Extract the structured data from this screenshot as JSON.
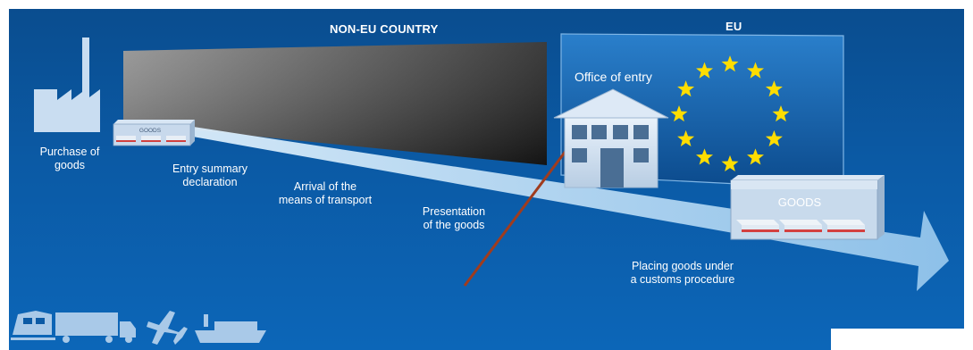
{
  "headers": {
    "non_eu": "NON-EU COUNTRY",
    "eu": "EU"
  },
  "labels": {
    "office_of_entry": "Office of entry",
    "purchase": [
      "Purchase of",
      "goods"
    ],
    "entry_summary": [
      "Entry summary",
      "declaration"
    ],
    "arrival": [
      "Arrival of the",
      "means  of transport"
    ],
    "presentation": [
      "Presentation",
      "of the goods"
    ],
    "placing": [
      "Placing goods under",
      "a customs procedure"
    ]
  },
  "boxes": {
    "small": "GOODS",
    "large": "GOODS"
  },
  "colors": {
    "background": "#0b5aa5",
    "eu_panel": "#0f5fae",
    "stars": "#ffdd00",
    "arrow": "#b9d9f2",
    "accent_line": "#a03c1e"
  },
  "icons": [
    "factory-icon",
    "building-icon",
    "eu-flag-stars",
    "train-icon",
    "truck-icon",
    "airplane-icon",
    "ship-icon"
  ]
}
